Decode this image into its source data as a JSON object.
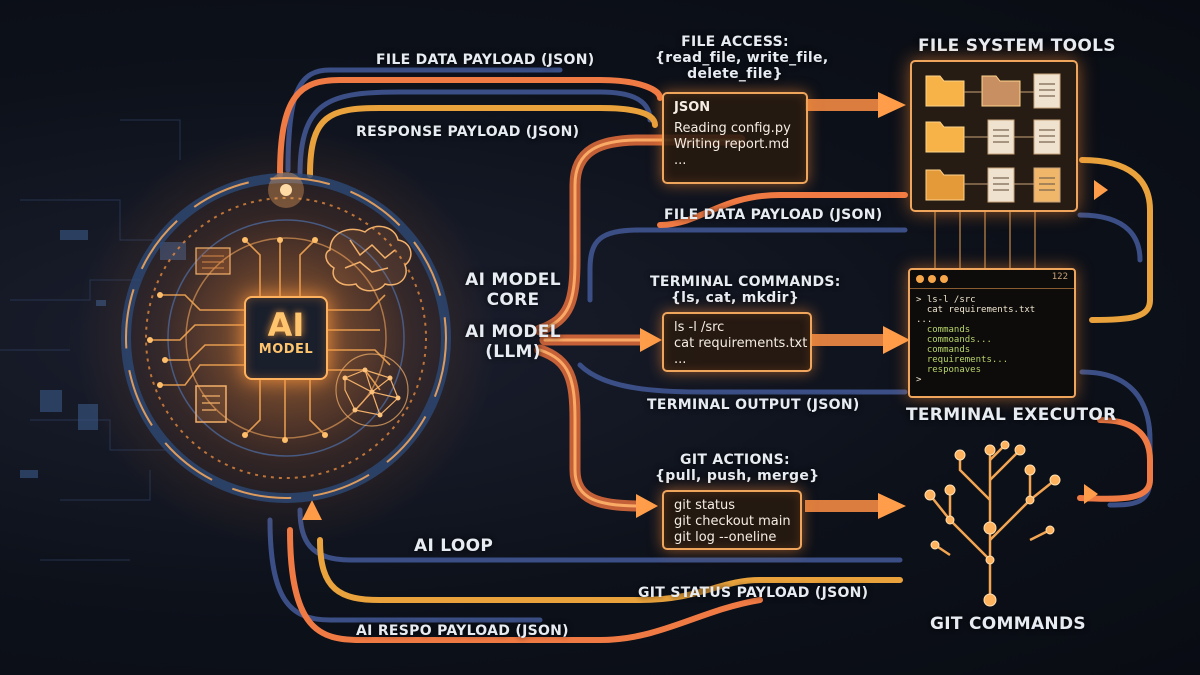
{
  "colors": {
    "accent": "#f0a55c",
    "glow": "#ff9a3c",
    "blue_line": "#3b4f86",
    "background": "#0c1019"
  },
  "labels": {
    "file_data_payload_top": "FILE DATA PAYLOAD (JSON)",
    "response_payload": "RESPONSE PAYLOAD (JSON)",
    "file_data_payload_mid": "FILE DATA PAYLOAD (JSON)",
    "terminal_output": "TERMINAL OUTPUT (JSON)",
    "git_status_payload": "GIT STATUS PAYLOAD (JSON)",
    "ai_respo_payload": "AI RESPO PAYLOAD (JSON)",
    "ai_loop": "AI LOOP",
    "ai_model_core_1": "AI MODEL",
    "ai_model_core_2": "CORE",
    "ai_model_llm_1": "AI MODEL",
    "ai_model_llm_2": "(LLM)"
  },
  "file_access": {
    "title_1": "FILE ACCESS:",
    "title_2": "{read_file, write_file,",
    "title_3": "delete_file}",
    "box_lines": [
      "JSON",
      "Reading config.py",
      "Writing report.md",
      "..."
    ]
  },
  "terminal_commands": {
    "title_1": "TERMINAL COMMANDS:",
    "title_2": "{ls, cat, mkdir}",
    "box_lines": [
      "ls -l /src",
      "cat requirements.txt",
      "..."
    ]
  },
  "git_actions": {
    "title_1": "GIT ACTIONS:",
    "title_2": "{pull, push, merge}",
    "box_lines": [
      "git status",
      "git checkout main",
      "git log --oneline"
    ]
  },
  "tools": {
    "file_system_tools": "FILE SYSTEM TOOLS",
    "terminal_executor": "TERMINAL EXECUTOR",
    "git_commands": "GIT COMMANDS"
  },
  "terminal_window": {
    "counter": "122",
    "lines": [
      "> ls-l /src",
      "  cat requirements.txt",
      "...",
      "  commands",
      "  commoands...",
      "  commands",
      "  requirements...",
      "  responaves",
      ">"
    ]
  },
  "ai_chip": {
    "big": "AI",
    "small": "MODEL"
  }
}
